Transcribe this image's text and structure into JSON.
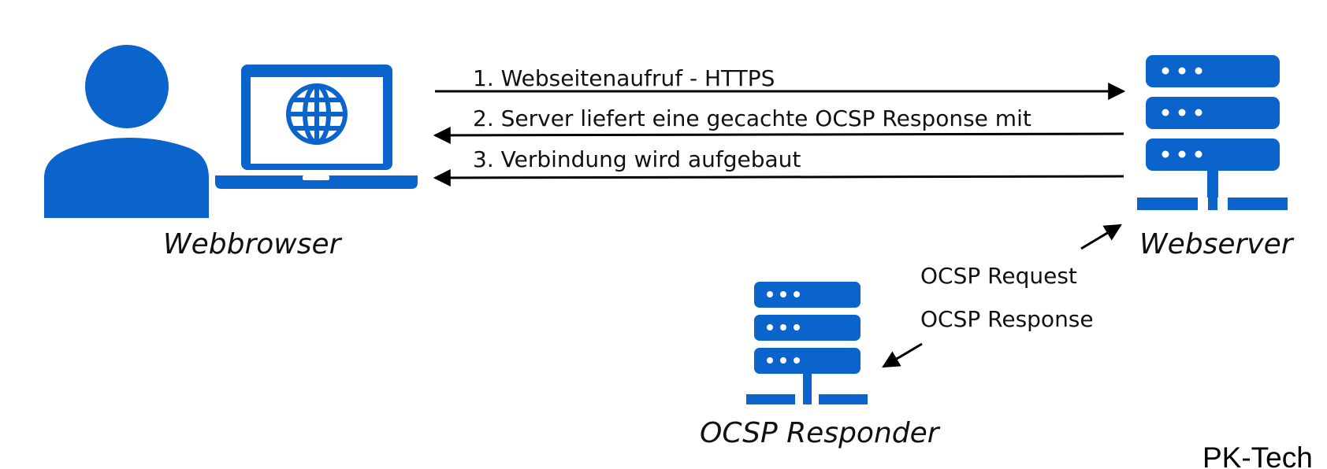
{
  "colors": {
    "icon": "#0a64cc",
    "text": "#111111",
    "arrow": "#000000"
  },
  "nodes": {
    "client": {
      "label": "Webbrowser",
      "icons": [
        "user-icon",
        "laptop-icon",
        "globe-icon"
      ]
    },
    "webserver": {
      "label": "Webserver",
      "icon": "server-rack-icon"
    },
    "responder": {
      "label": "OCSP Responder",
      "icon": "server-rack-icon"
    }
  },
  "messages": [
    {
      "label": "1. Webseitenaufruf - HTTPS",
      "from": "client",
      "to": "webserver"
    },
    {
      "label": "2. Server liefert eine gecachte OCSP Response mit",
      "from": "webserver",
      "to": "client"
    },
    {
      "label": "3. Verbindung wird aufgebaut",
      "from": "webserver",
      "to": "client"
    }
  ],
  "ocsp_exchange": {
    "request_label": "OCSP Request",
    "response_label": "OCSP Response"
  },
  "brand": "PK-Tech"
}
